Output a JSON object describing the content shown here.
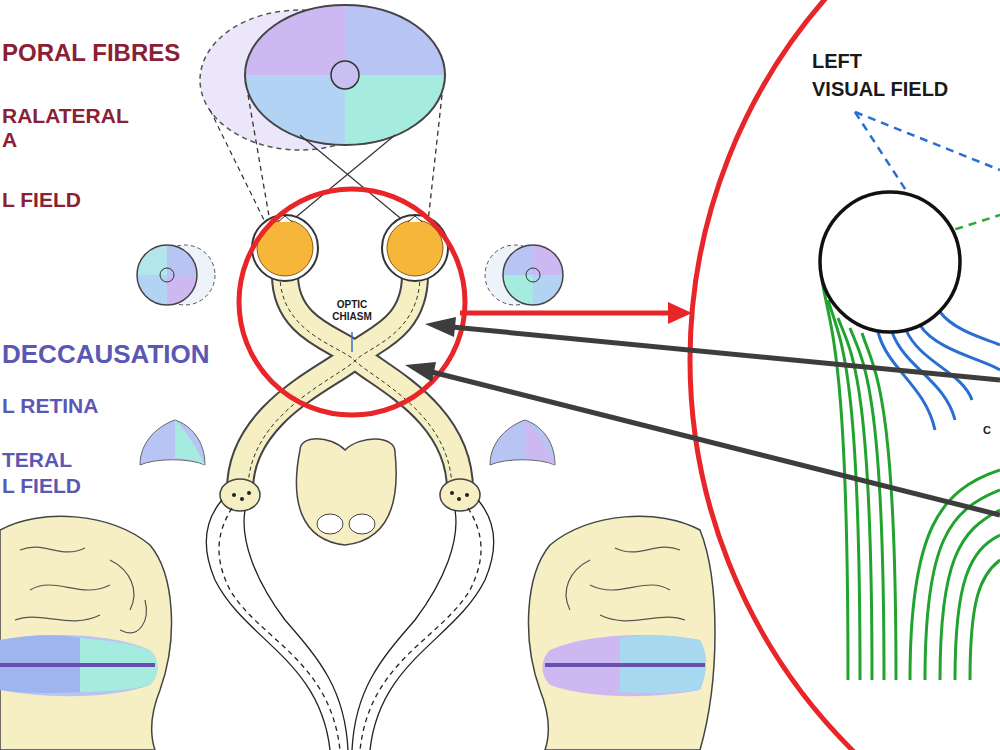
{
  "diagram": {
    "labels": [
      "PORAL FIBRES",
      "RALATERAL",
      "A",
      "L FIELD",
      "DECCAUSATION",
      "L RETINA",
      "TERAL",
      "L FIELD",
      "OPTIC CHIASM",
      "LEFT",
      "VISUAL FIELD",
      "C"
    ]
  }
}
